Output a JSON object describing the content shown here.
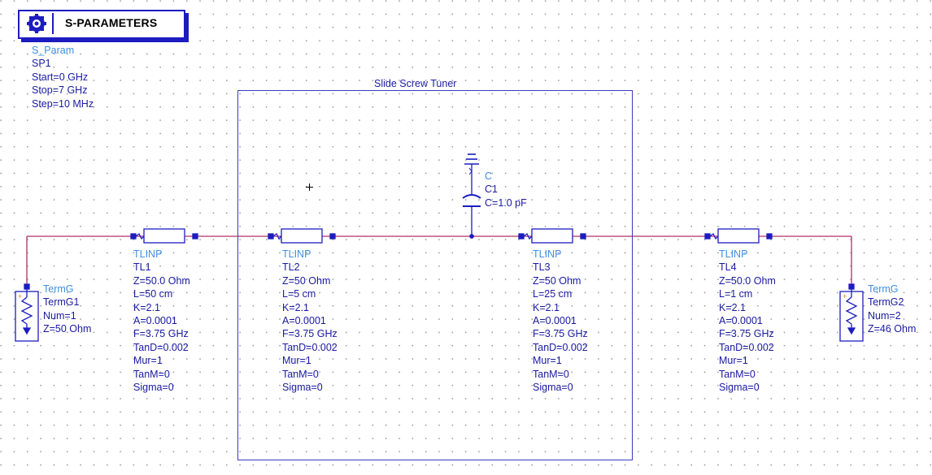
{
  "sp_block": {
    "title": "S-PARAMETERS",
    "type_label": "S_Param",
    "instance": "SP1",
    "params": [
      "Start=0 GHz",
      "Stop=7 GHz",
      "Step=10 MHz"
    ],
    "icon": "s-parameters-controller-icon"
  },
  "tuner": {
    "label": "Slide Screw Tuner"
  },
  "terms": [
    {
      "type_label": "TermG",
      "instance": "TermG1",
      "params": [
        "Num=1",
        "Z=50 Ohm"
      ]
    },
    {
      "type_label": "TermG",
      "instance": "TermG2",
      "params": [
        "Num=2",
        "Z=46 Ohm"
      ]
    }
  ],
  "tlines": [
    {
      "type_label": "TLINP",
      "instance": "TL1",
      "params": [
        "Z=50.0 Ohm",
        "L=50 cm",
        "K=2.1",
        "A=0.0001",
        "F=3.75 GHz",
        "TanD=0.002",
        "Mur=1",
        "TanM=0",
        "Sigma=0"
      ]
    },
    {
      "type_label": "TLINP",
      "instance": "TL2",
      "params": [
        "Z=50 Ohm",
        "L=5 cm",
        "K=2.1",
        "A=0.0001",
        "F=3.75 GHz",
        "TanD=0.002",
        "Mur=1",
        "TanM=0",
        "Sigma=0"
      ]
    },
    {
      "type_label": "TLINP",
      "instance": "TL3",
      "params": [
        "Z=50 Ohm",
        "L=25 cm",
        "K=2.1",
        "A=0.0001",
        "F=3.75 GHz",
        "TanD=0.002",
        "Mur=1",
        "TanM=0",
        "Sigma=0"
      ]
    },
    {
      "type_label": "TLINP",
      "instance": "TL4",
      "params": [
        "Z=50.0 Ohm",
        "L=1 cm",
        "K=2.1",
        "A=0.0001",
        "F=3.75 GHz",
        "TanD=0.002",
        "Mur=1",
        "TanM=0",
        "Sigma=0"
      ]
    }
  ],
  "capacitor": {
    "type_label": "C",
    "instance": "C1",
    "params": [
      "C=1.0 pF"
    ]
  },
  "colors": {
    "wire": "#b0306a",
    "component": "#1c1cc0",
    "type_label": "#3f8fe0",
    "param_text": "#1a1aa0"
  }
}
